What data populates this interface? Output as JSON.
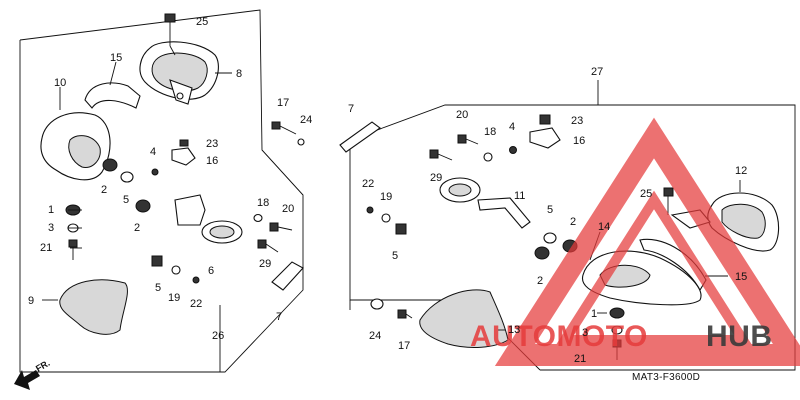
{
  "diagram": {
    "code": "MAT3-F3600D",
    "direction": "FR.",
    "assembly_left": "26",
    "assembly_right": "27",
    "labels": {
      "l25": "25",
      "l8": "8",
      "l15a": "15",
      "l10": "10",
      "l17a": "17",
      "l24a": "24",
      "l23a": "23",
      "l4a": "4",
      "l16a": "16",
      "l2a": "2",
      "l5a": "5",
      "l2b": "2",
      "l1a": "1",
      "l3a": "3",
      "l21a": "21",
      "l18a": "18",
      "l20a": "20",
      "l29a": "29",
      "l6": "6",
      "l5b": "5",
      "l19a": "19",
      "l22a": "22",
      "l7a": "7",
      "l9": "9",
      "l7b": "7",
      "l20b": "20",
      "l18b": "18",
      "l4b": "4",
      "l23b": "23",
      "l16b": "16",
      "l29b": "29",
      "l22b": "22",
      "l19b": "19",
      "l5c": "5",
      "l11": "11",
      "l5d": "5",
      "l2c": "2",
      "l2d": "2",
      "l14": "14",
      "l12": "12",
      "l25b": "25",
      "l15b": "15",
      "l1b": "1",
      "l3b": "3",
      "l21b": "21",
      "l24b": "24",
      "l17b": "17",
      "l13": "13"
    }
  },
  "watermark": {
    "text_red": "AUTOMOTO",
    "text_dark": "HUB",
    "red_color": "#e63b3b",
    "dark_color": "#3a3a3a"
  }
}
